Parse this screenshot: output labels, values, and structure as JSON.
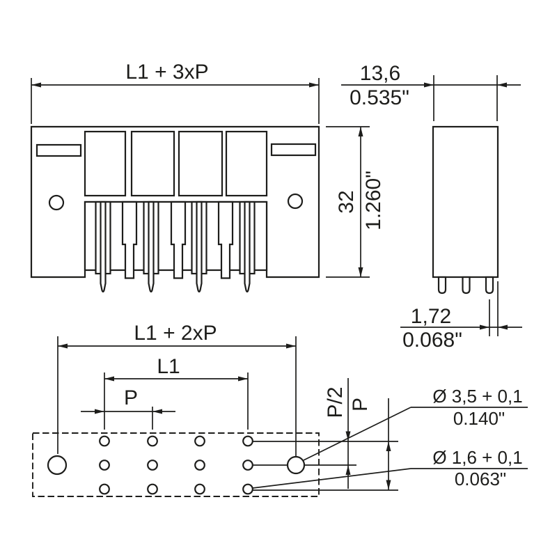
{
  "drawing": {
    "front_view": {
      "overall_width_label": "L1 + 3xP"
    },
    "side_view": {
      "depth_mm": "13,6",
      "depth_inch": "0.535\"",
      "height_mm": "32",
      "height_inch": "1.260\"",
      "pin_thickness_mm": "1,72",
      "pin_thickness_inch": "0.068\""
    },
    "drill_plan": {
      "overall_width_label": "L1 + 2xP",
      "l1_label": "L1",
      "pitch_label": "P",
      "row_offset_label": "P/2",
      "row_pitch_label": "P",
      "large_hole_mm": "Ø 3,5 + 0,1",
      "large_hole_inch": "0.140\"",
      "small_hole_mm": "Ø 1,6 + 0,1",
      "small_hole_inch": "0.063\""
    },
    "colors": {
      "line": "#1d1d1b",
      "background": "#ffffff"
    }
  }
}
